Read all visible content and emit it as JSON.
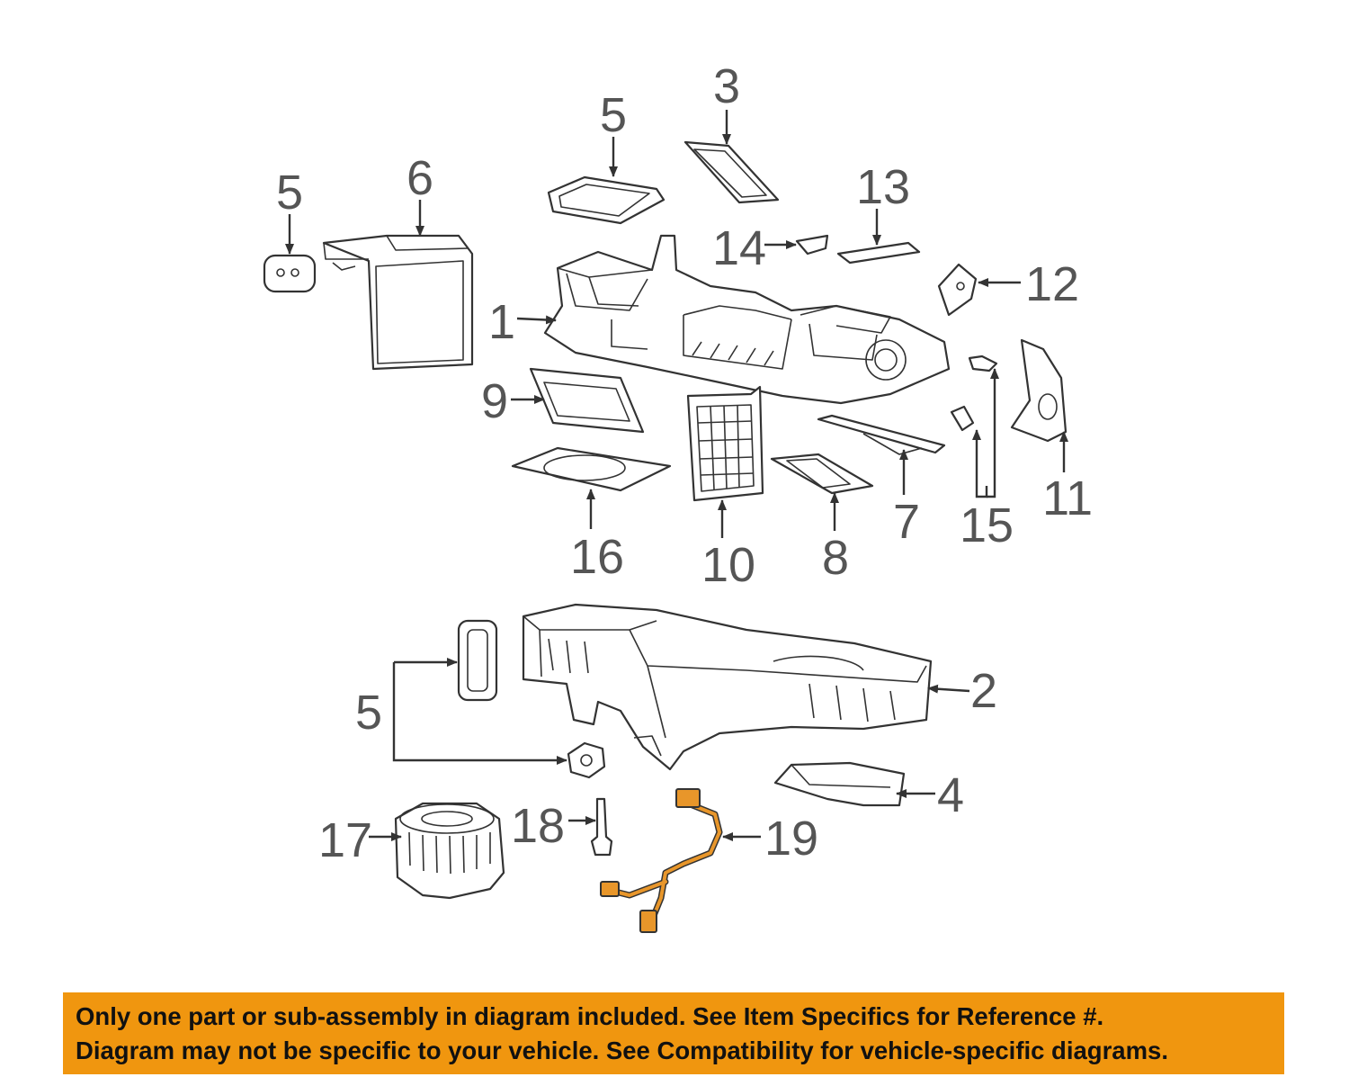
{
  "callouts": {
    "c1": "1",
    "c2": "2",
    "c3": "3",
    "c4": "4",
    "c5a": "5",
    "c5b": "5",
    "c5c": "5",
    "c6": "6",
    "c7": "7",
    "c8": "8",
    "c9": "9",
    "c10": "10",
    "c11": "11",
    "c12": "12",
    "c13": "13",
    "c14": "14",
    "c15": "15",
    "c16": "16",
    "c17": "17",
    "c18": "18",
    "c19": "19"
  },
  "highlight_color": "#e8962a",
  "notice": {
    "line1": "Only one part or sub-assembly in diagram included. See Item Specifics for Reference #.",
    "line2": "Diagram may not be specific to your vehicle. See Compatibility for vehicle-specific diagrams.",
    "background": "#f0960f"
  }
}
